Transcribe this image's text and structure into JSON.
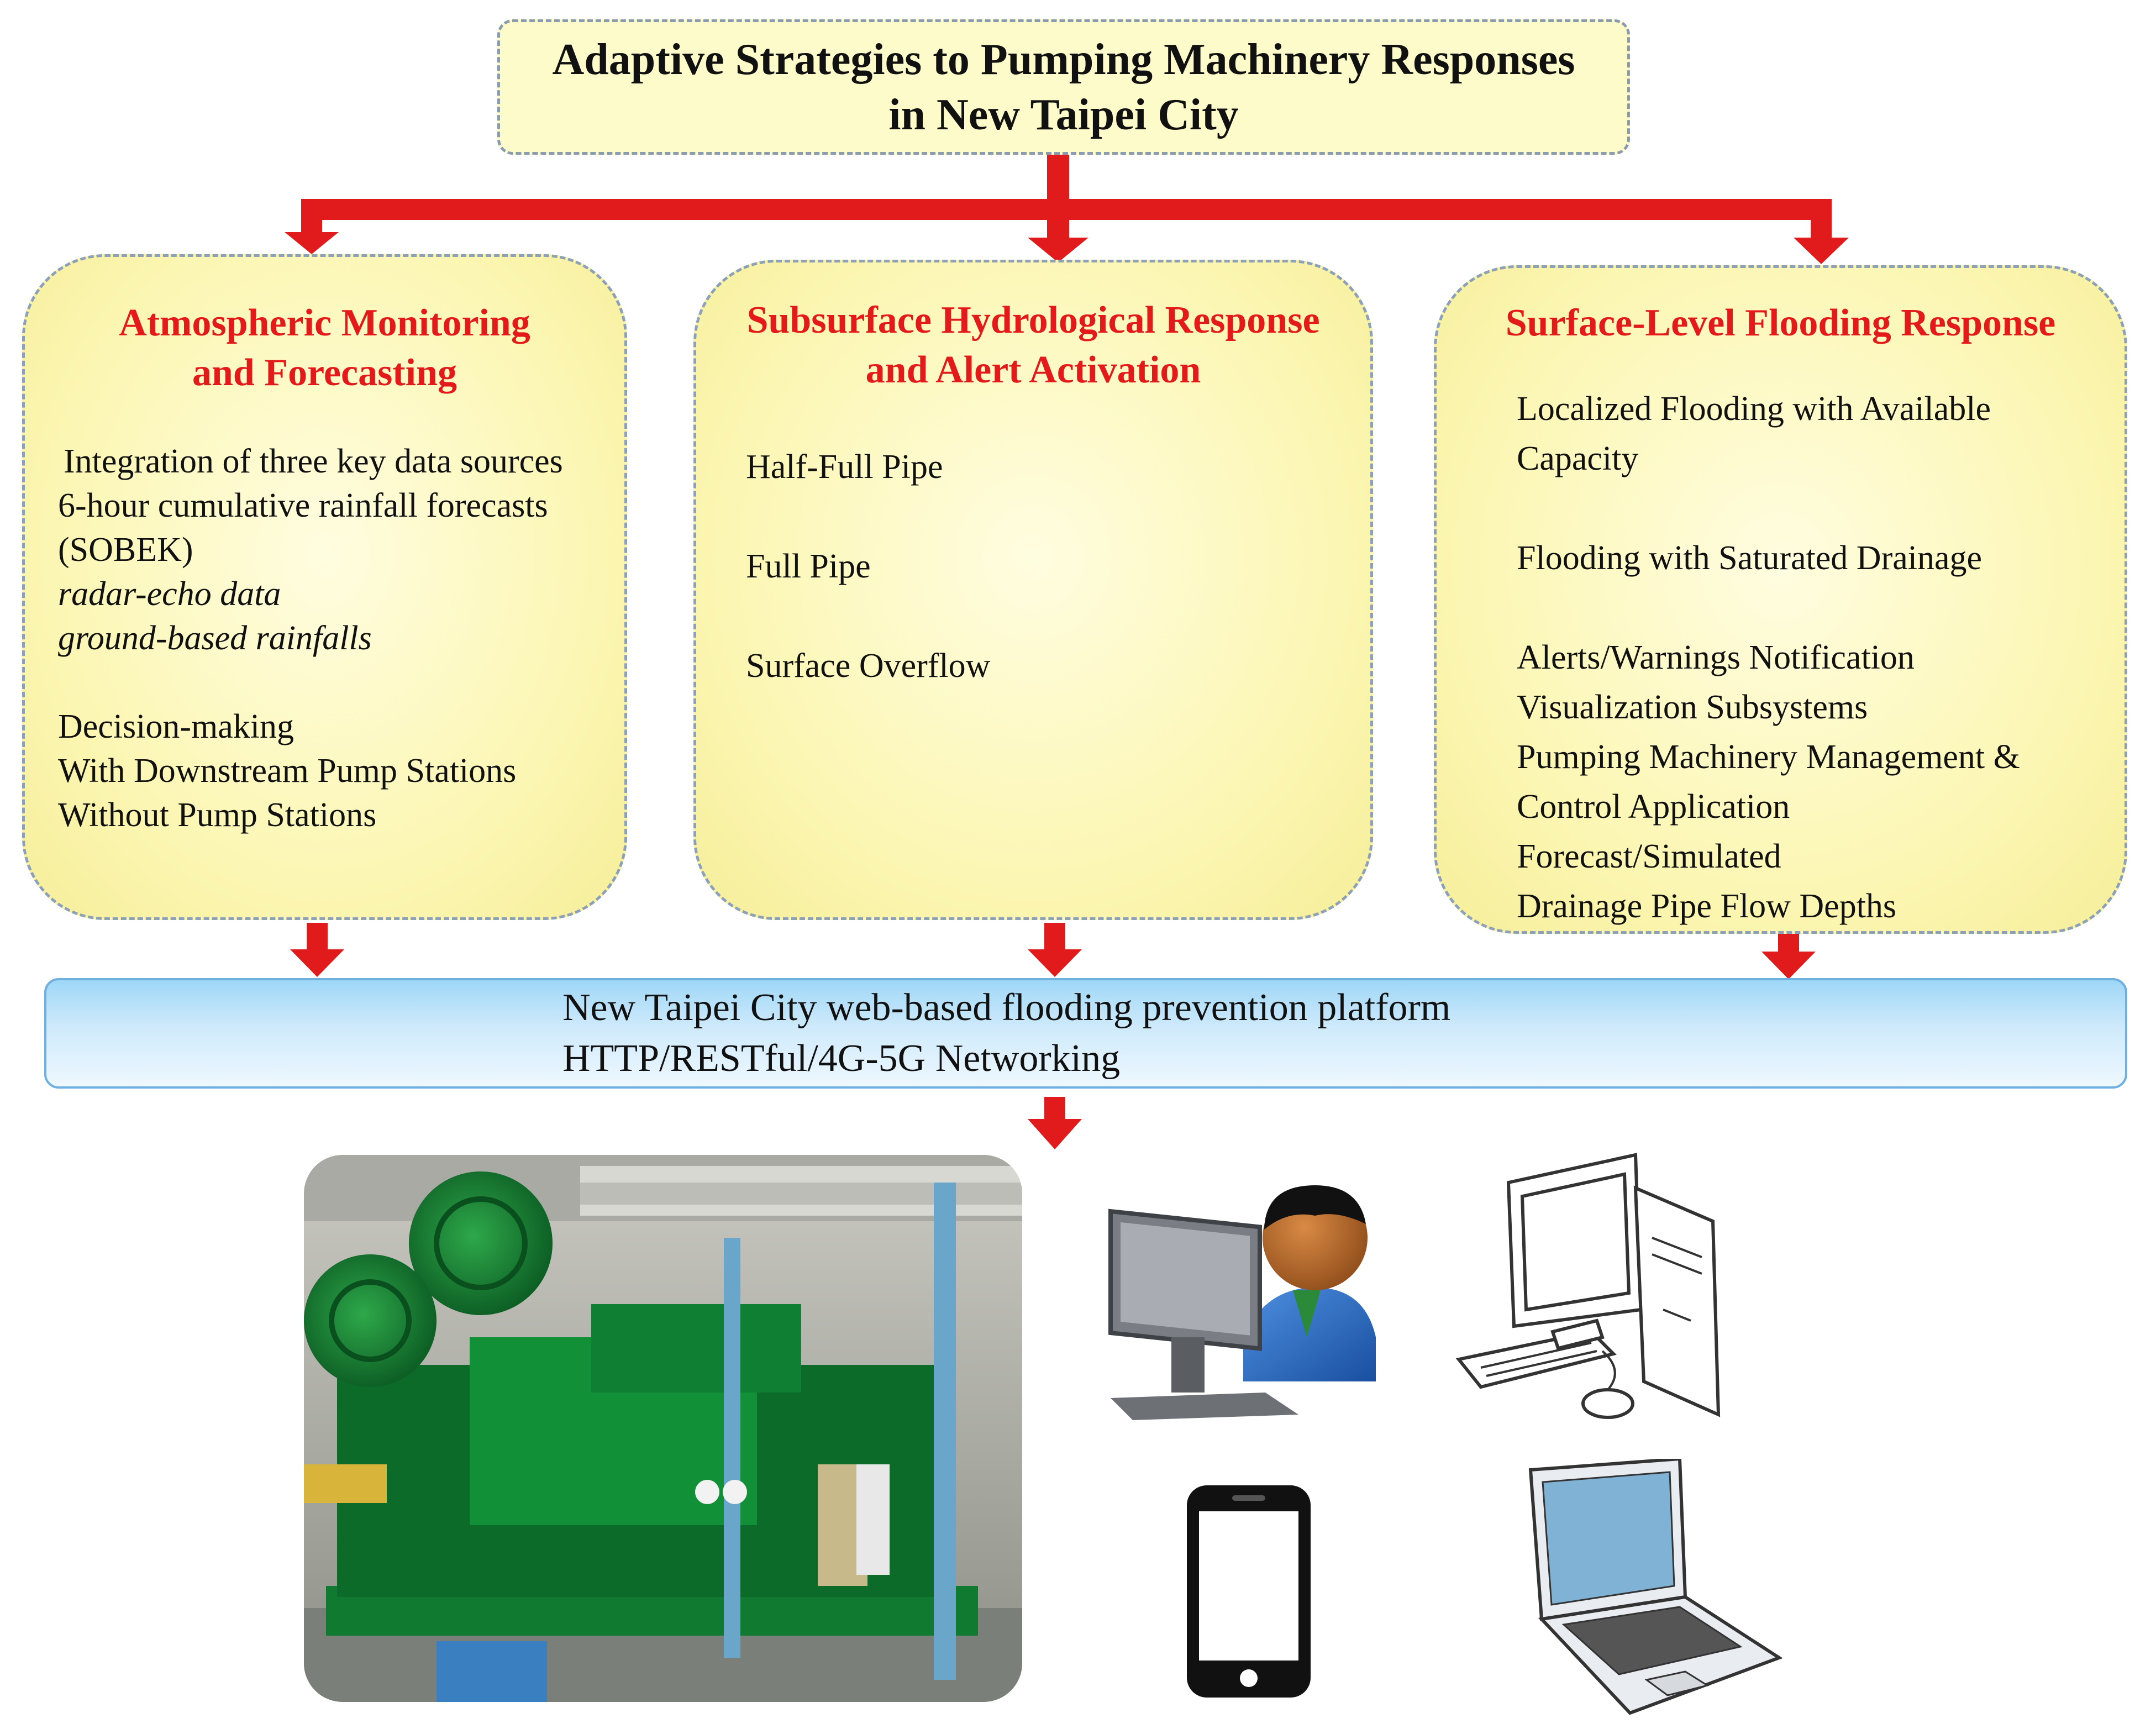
{
  "title": {
    "line1": "Adaptive Strategies to Pumping Machinery Responses",
    "line2": "in New Taipei City"
  },
  "panels": [
    {
      "title_line1": "Atmospheric Monitoring",
      "title_line2": "and Forecasting",
      "lines": [
        "Integration of three key data sources",
        "6-hour cumulative rainfall forecasts",
        "(SOBEK)",
        "radar-echo data",
        "ground-based rainfalls",
        "Decision-making",
        "With Downstream Pump Stations",
        "Without Pump Stations"
      ]
    },
    {
      "title_line1": "Subsurface Hydrological Response",
      "title_line2": "and Alert Activation",
      "lines": [
        "Half-Full Pipe",
        "Full Pipe",
        "Surface Overflow"
      ]
    },
    {
      "title_line1": "Surface-Level Flooding Response",
      "lines": [
        "Localized Flooding with Available",
        "Capacity",
        "Flooding with Saturated Drainage",
        "Alerts/Warnings Notification",
        "Visualization Subsystems",
        "Pumping Machinery Management &",
        "Control  Application",
        "Forecast/Simulated",
        "Drainage Pipe Flow Depths"
      ]
    }
  ],
  "platform": {
    "line1": "New Taipei City web-based flooding prevention platform",
    "line2": "HTTP/RESTful/4G-5G Networking"
  },
  "colors": {
    "arrow": "#e11b1b",
    "panel_title": "#e41a1a",
    "panel_fill": "#fcf7b6",
    "title_fill": "#fdfbc9",
    "platform_fill": "#9fd7f7"
  },
  "icons": [
    "pump-machinery-photo",
    "operator-at-computer-icon",
    "desktop-computer-icon",
    "smartphone-icon",
    "laptop-icon"
  ]
}
